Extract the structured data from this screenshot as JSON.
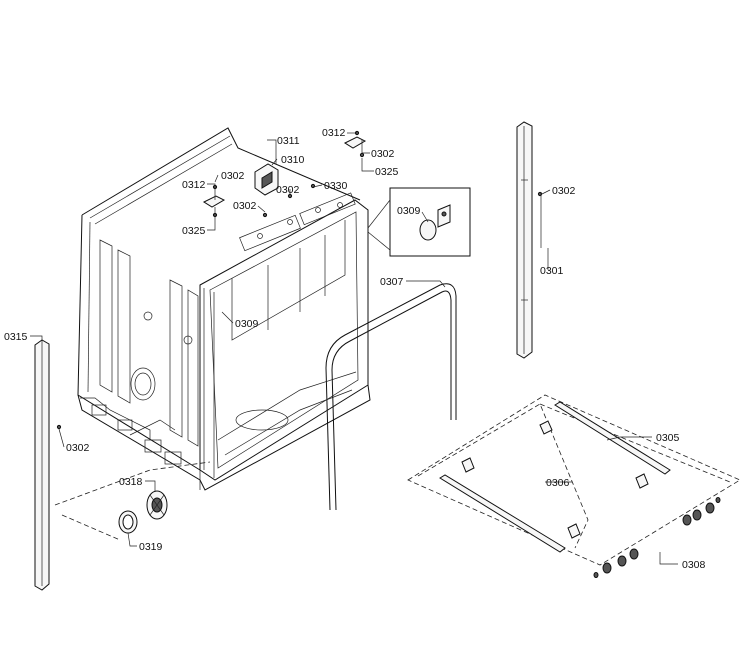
{
  "labels": {
    "p0311": "0311",
    "p0310": "0310",
    "p0312a": "0312",
    "p0302a": "0302",
    "p0302b": "0302",
    "p0325a": "0325",
    "p0312b": "0312",
    "p0302c": "0302",
    "p0325b": "0325",
    "p0302d": "0302",
    "p0330": "0330",
    "p0309a": "0309",
    "p0309b": "0309",
    "p0307": "0307",
    "p0302e": "0302",
    "p0301": "0301",
    "p0315": "0315",
    "p0302f": "0302",
    "p0318": "0318",
    "p0319": "0319",
    "p0305": "0305",
    "p0306": "0306",
    "p0308": "0308"
  }
}
